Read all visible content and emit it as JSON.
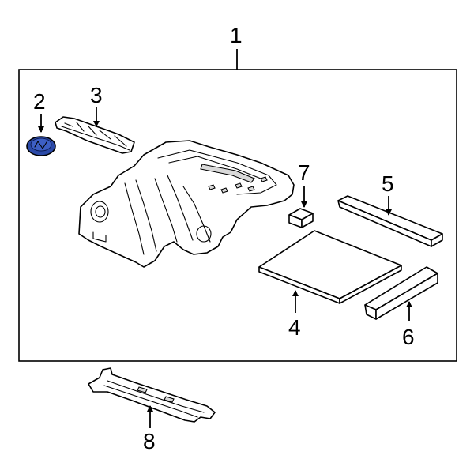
{
  "callouts": {
    "c1": "1",
    "c2": "2",
    "c3": "3",
    "c4": "4",
    "c5": "5",
    "c6": "6",
    "c7": "7",
    "c8": "8"
  },
  "colors": {
    "highlight_part": "#2b4aa8",
    "outline": "#000000",
    "background": "#ffffff"
  }
}
